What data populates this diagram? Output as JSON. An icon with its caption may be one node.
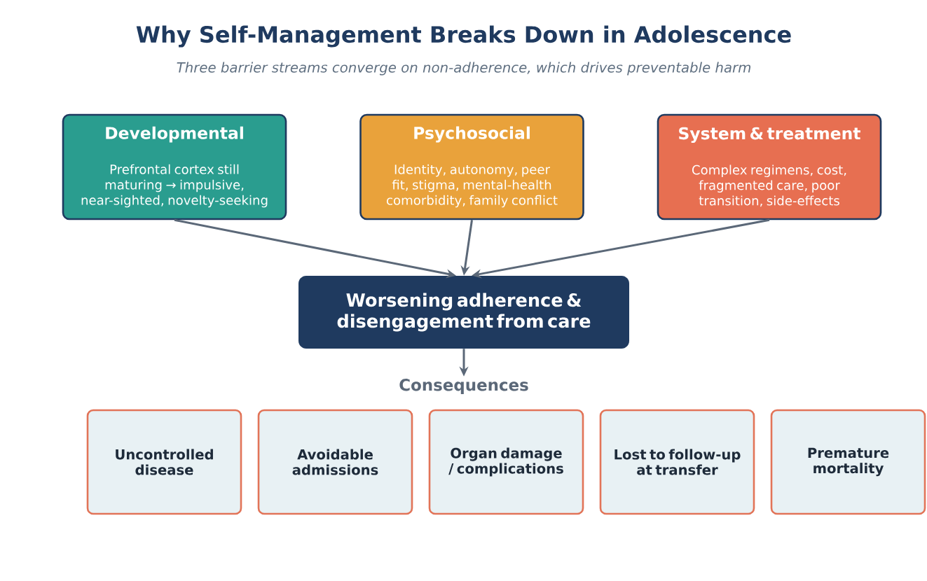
{
  "diagram": {
    "title": "Why Self-Management Breaks Down in Adolescence",
    "nodes": [
      {
        "text": [
          "Developmental",
          "Prefrontal cortex still maturing → impulsive, near-sighted, novelty-seeking"
        ]
      },
      {
        "text": [
          "Psychosocial",
          "Identity, autonomy, peer fit, stigma, mental-health comorbidity, family conflict"
        ]
      },
      {
        "text": [
          "System & treatment",
          "Complex regimens, cost, fragmented care, poor transition, side-effects"
        ]
      },
      {
        "text": [
          "Worsening adherence & disengagement from care"
        ]
      },
      {
        "text": [
          "Consequences"
        ]
      },
      {
        "text": [
          "Uncontrolled disease"
        ]
      },
      {
        "text": [
          "Avoidable admissions"
        ]
      },
      {
        "text": [
          "Organ damage / complications"
        ]
      },
      {
        "text": [
          "Lost to follow-up at transfer"
        ]
      },
      {
        "text": [
          "Premature mortality"
        ]
      }
    ],
    "edges": [
      {
        "from": 0,
        "to": 3,
        "arrow": "to"
      },
      {
        "from": 1,
        "to": 3,
        "arrow": "to"
      },
      {
        "from": 2,
        "to": 3,
        "arrow": "to"
      },
      {
        "from": 3,
        "to": 4,
        "arrow": "to"
      }
    ],
    "labels": [
      "Three barrier streams converge on non-adherence, which drives preventable harm"
    ]
  }
}
